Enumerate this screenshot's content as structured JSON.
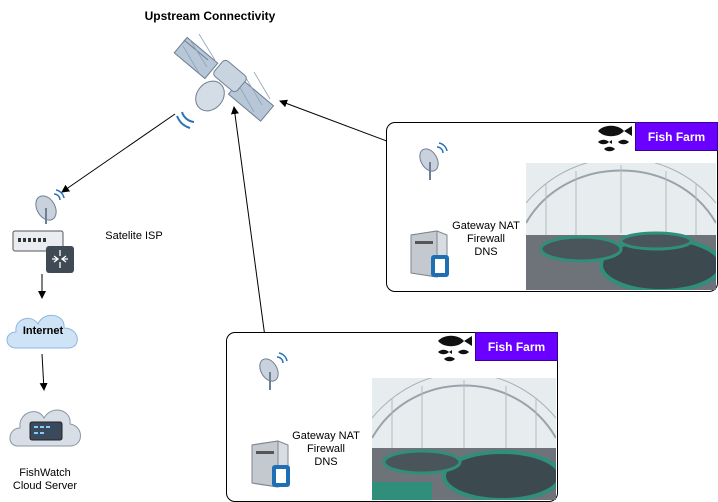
{
  "title": "Upstream Connectivity",
  "isp": {
    "label": "Satelite ISP"
  },
  "internet": {
    "label": "Internet"
  },
  "cloud_server": {
    "line1": "FishWatch",
    "line2": "Cloud Server"
  },
  "farms": [
    {
      "tag": "Fish Farm",
      "gateway_lines": [
        "Gateway NAT",
        "Firewall",
        "DNS"
      ]
    },
    {
      "tag": "Fish Farm",
      "gateway_lines": [
        "Gateway NAT",
        "Firewall",
        "DNS"
      ]
    }
  ],
  "colors": {
    "farm_tag": "#6a00ff",
    "cloud": "#cfe3f7",
    "water": "#2f8f7a"
  },
  "icons": [
    "satellite-icon",
    "satellite-dish-icon",
    "router-icon",
    "cloud-icon",
    "server-icon",
    "fish-icon",
    "photo-fish-farm"
  ]
}
